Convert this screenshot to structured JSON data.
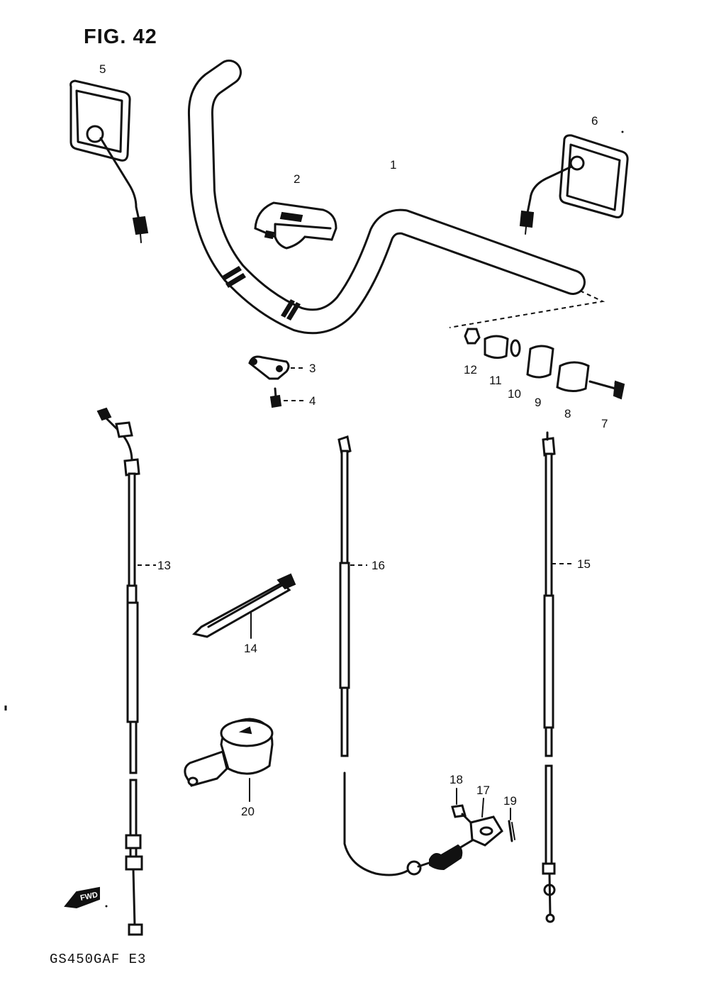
{
  "figure": {
    "title": "FIG. 42",
    "model_code": "GS450GAF  E3",
    "fwd_arrow_label": "FWD"
  },
  "parts": [
    {
      "id": "1",
      "label": "1",
      "name": "handlebar"
    },
    {
      "id": "2",
      "label": "2",
      "name": "handlebar-clamp"
    },
    {
      "id": "3",
      "label": "3",
      "name": "bracket"
    },
    {
      "id": "4",
      "label": "4",
      "name": "bolt"
    },
    {
      "id": "5",
      "label": "5",
      "name": "mirror-left"
    },
    {
      "id": "6",
      "label": "6",
      "name": "mirror-right"
    },
    {
      "id": "7",
      "label": "7",
      "name": "bolt"
    },
    {
      "id": "8",
      "label": "8",
      "name": "cushion"
    },
    {
      "id": "9",
      "label": "9",
      "name": "cushion"
    },
    {
      "id": "10",
      "label": "10",
      "name": "washer"
    },
    {
      "id": "11",
      "label": "11",
      "name": "spacer"
    },
    {
      "id": "12",
      "label": "12",
      "name": "nut"
    },
    {
      "id": "13",
      "label": "13",
      "name": "cable"
    },
    {
      "id": "14",
      "label": "14",
      "name": "band"
    },
    {
      "id": "15",
      "label": "15",
      "name": "cable"
    },
    {
      "id": "16",
      "label": "16",
      "name": "cable"
    },
    {
      "id": "17",
      "label": "17",
      "name": "holder"
    },
    {
      "id": "18",
      "label": "18",
      "name": "screw"
    },
    {
      "id": "19",
      "label": "19",
      "name": "pin"
    },
    {
      "id": "20",
      "label": "20",
      "name": "adjuster"
    }
  ]
}
